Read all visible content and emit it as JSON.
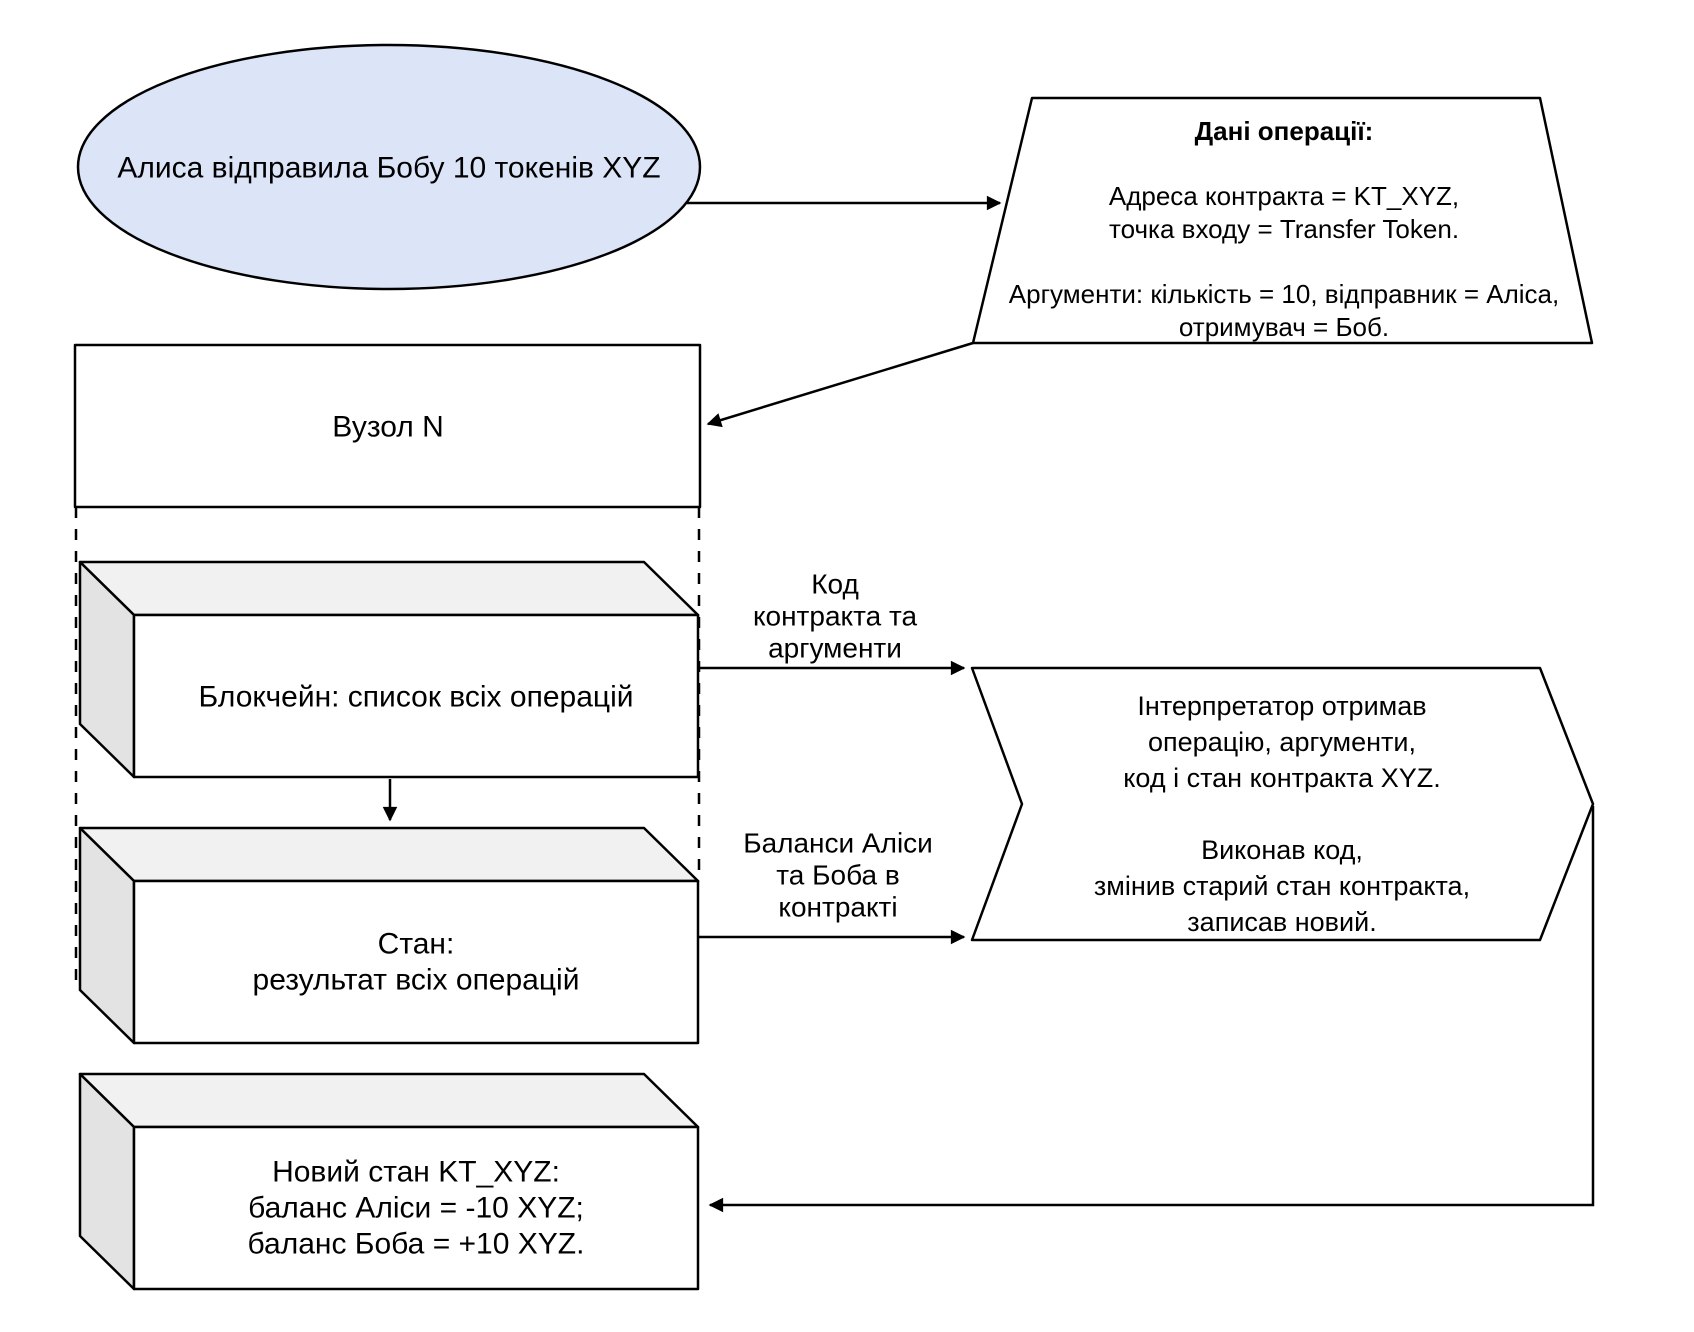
{
  "colors": {
    "ellipse_fill": "#dce4f7",
    "ellipse_stroke": "#6f87ba",
    "box_top_fill": "#f1f1f1",
    "box_side_fill": "#e3e3e3",
    "shape_fill": "#ffffff",
    "line": "#000000"
  },
  "ellipse": {
    "label": "Алиса відправила Бобу 10 токенів XYZ"
  },
  "operation_data": {
    "title": "Дані операції:",
    "line1": "Адреса контракта = KT_XYZ,",
    "line2": "точка входу = Transfer Token.",
    "line3": "Аргументи: кількість = 10, відправник = Аліса,",
    "line4": "отримувач = Боб."
  },
  "node": {
    "label": "Вузол N"
  },
  "blockchain_box": {
    "label": "Блокчейн: список всіх операцій"
  },
  "state_box": {
    "line1": "Стан:",
    "line2": "результат всіх операцій"
  },
  "new_state_box": {
    "line1": "Новий стан KT_XYZ:",
    "line2": "баланс Аліси = -10 XYZ;",
    "line3": "баланс Боба = +10 XYZ."
  },
  "interpreter": {
    "line1": "Інтерпретатор отримав",
    "line2": "операцію, аргументи,",
    "line3": "код і стан контракта XYZ.",
    "line4": "Виконав код,",
    "line5": "змінив старий стан контракта,",
    "line6": "записав новий."
  },
  "edge_labels": {
    "code_line1": "Код",
    "code_line2": "контракта та",
    "code_line3": "аргументи",
    "balances_line1": "Баланси Аліси",
    "balances_line2": "та Боба в",
    "balances_line3": "контракті"
  }
}
